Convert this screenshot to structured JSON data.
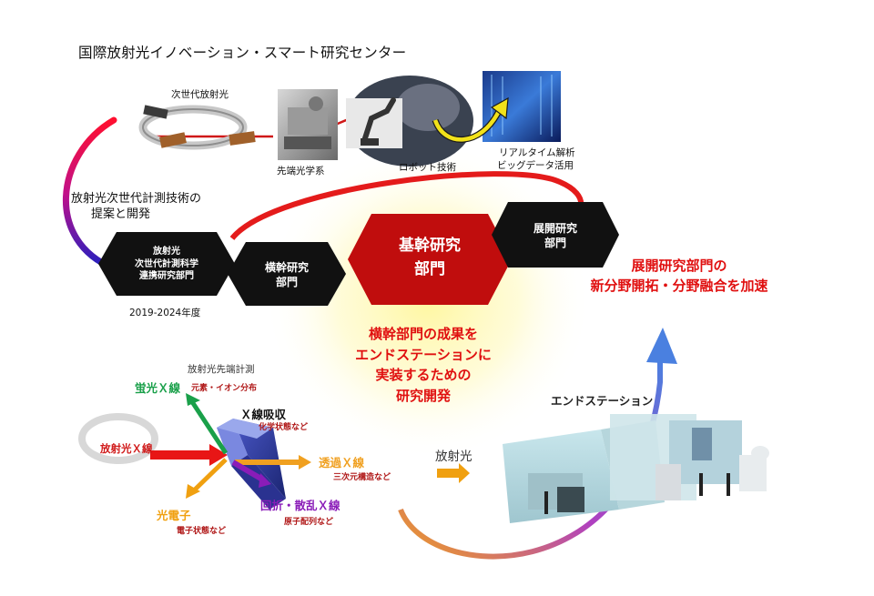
{
  "title": "国際放射光イノベーション・スマート研究センター",
  "top": {
    "next_gen_light": "次世代放射光",
    "advanced_optics": "先端光学系",
    "robotics": "ロボット技術",
    "realtime_line1": "リアルタイム解析",
    "realtime_line2": "ビッグデータ活用"
  },
  "proposal": {
    "line1": "放射光次世代計測技術の",
    "line2": "提案と開発"
  },
  "hexagons": {
    "collab_line1": "放射光",
    "collab_line2": "次世代計測科学",
    "collab_line3": "連携研究部門",
    "cross_line1": "横幹研究",
    "cross_line2": "部門",
    "core_line1": "基幹研究",
    "core_line2": "部門",
    "expand_line1": "展開研究",
    "expand_line2": "部門"
  },
  "period": "2019-2024年度",
  "expansion_message": {
    "line1": "展開研究部門の",
    "line2": "新分野開拓・分野融合を加速"
  },
  "cross_message": {
    "line1": "横幹部門の成果を",
    "line2": "エンドステーションに",
    "line3": "実装するための",
    "line4": "研究開発"
  },
  "measurement": {
    "header": "放射光先端計測",
    "fluorescence": "蛍光Ｘ線",
    "fluorescence_sub": "元素・イオン分布",
    "absorption": "Ｘ線吸収",
    "absorption_sub": "化学状態など",
    "incident": "放射光Ｘ線",
    "transmission": "透過Ｘ線",
    "transmission_sub": "三次元構造など",
    "photoelectron": "光電子",
    "photoelectron_sub": "電子状態など",
    "diffraction": "回折・散乱Ｘ線",
    "diffraction_sub": "原子配列など"
  },
  "endstation": {
    "label": "エンドステーション",
    "light_label": "放射光"
  },
  "colors": {
    "hex_black": "#111111",
    "hex_red": "#c00d0d",
    "accent_red": "#e01010",
    "fluorescence": "#1aa04a",
    "photoelectron": "#f0a010",
    "diffraction": "#8a1cb8",
    "transmission": "#f0a020"
  }
}
